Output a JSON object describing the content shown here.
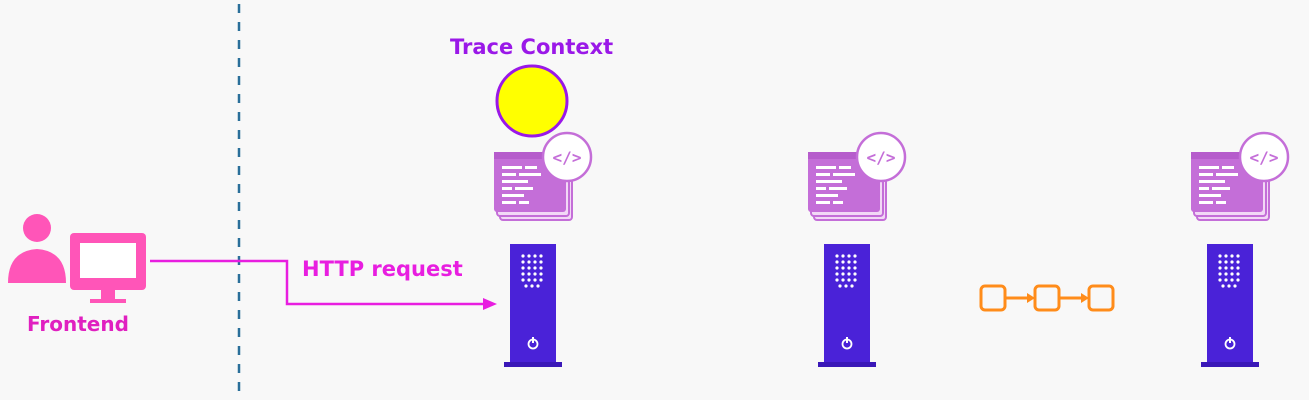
{
  "labels": {
    "frontend": "Frontend",
    "http_request": "HTTP request",
    "trace_context": "Trace Context"
  },
  "icons": {
    "user": "user-with-monitor-icon",
    "service_code": "code-window-icon",
    "server": "server-tower-icon",
    "pipeline": "linked-blocks-icon",
    "trace_context": "yellow-circle"
  },
  "services": [
    {
      "id": "service-1",
      "has_trace_context": true
    },
    {
      "id": "service-2",
      "has_trace_context": false
    },
    {
      "id": "service-3",
      "has_trace_context": false
    }
  ],
  "colors": {
    "frontend": "#ff55b8",
    "http_arrow": "#e81ee0",
    "trace_label": "#9a18e8",
    "trace_circle": "#ffff00",
    "code_window": "#c46ed8",
    "server": "#4a22d8",
    "pipeline": "#ff8c1a",
    "divider": "#2a6f9a"
  }
}
